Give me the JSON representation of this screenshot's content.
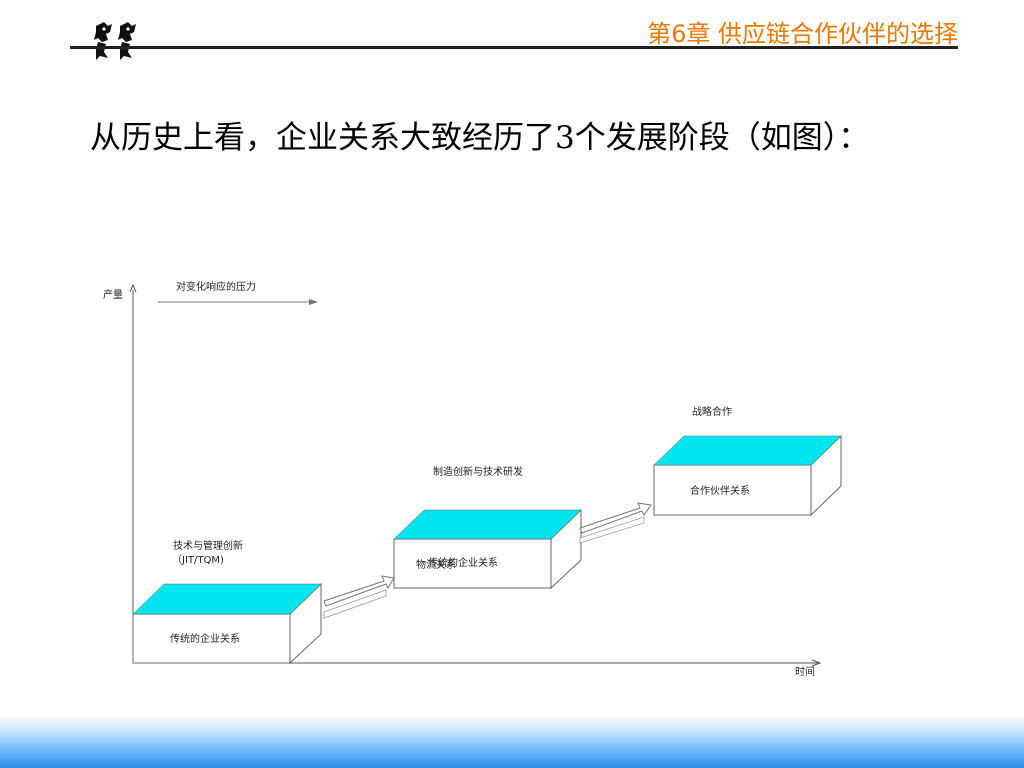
{
  "header": {
    "chapter_title": "第6章 供应链合作伙伴的选择",
    "logo_icon": "dragon-ornament-icon",
    "accent_color": "#f07800"
  },
  "main": {
    "title": "从历史上看，企业关系大致经历了3个发展阶段（如图）："
  },
  "diagram": {
    "y_axis_label": "产量",
    "x_axis_label": "时间",
    "pressure_label": "对变化响应的压力",
    "box_top_color": "#00e5ee",
    "stages": [
      {
        "driver": "技术与管理创新",
        "driver_sub": "（JIT/TQM)",
        "box_label": "传统的企业关系"
      },
      {
        "driver": "制造创新与技术研发",
        "box_label": "物流关系",
        "box_label_overlap": "传统的企业关系"
      },
      {
        "driver": "战略合作",
        "box_label": "合作伙伴关系"
      }
    ]
  }
}
